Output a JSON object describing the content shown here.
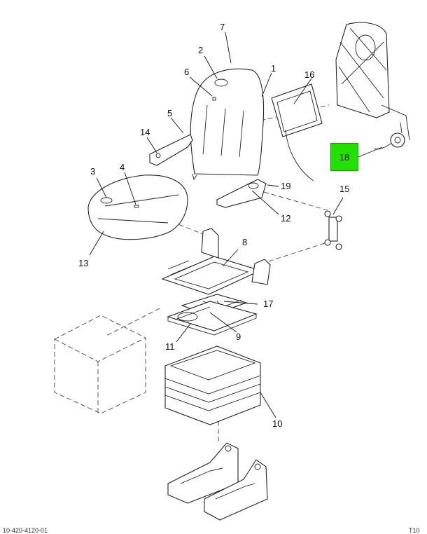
{
  "callouts": {
    "c1": "1",
    "c2": "2",
    "c3": "3",
    "c4": "4",
    "c5": "5",
    "c6": "6",
    "c7": "7",
    "c8": "8",
    "c9": "9",
    "c10": "10",
    "c11": "11",
    "c12": "12",
    "c13": "13",
    "c14": "14",
    "c15": "15",
    "c16": "16",
    "c17": "17"
  },
  "highlight": {
    "label": "18",
    "color": "#22e000"
  },
  "footer": {
    "left": "10-420-4120-01",
    "right": "T10"
  }
}
